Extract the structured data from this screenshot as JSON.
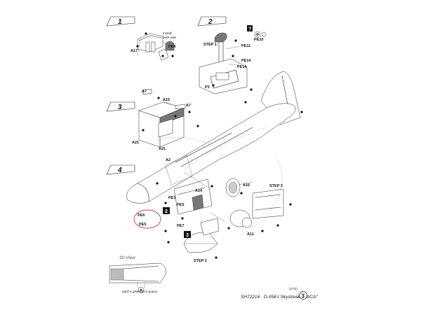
{
  "steps": [
    "1",
    "2",
    "3",
    "4"
  ],
  "step1": {
    "labels": [
      "A17",
      "PE8"
    ],
    "note": [
      "Install/",
      "back side"
    ]
  },
  "step2": {
    "labels": [
      "STEP 1",
      "PE11",
      "PE14",
      "PE14",
      "P3",
      "PE10"
    ],
    "question_mark": "?"
  },
  "step3": {
    "labels": [
      "A7",
      "A15",
      "A7",
      "A21",
      "A21"
    ]
  },
  "step4": {
    "labels": [
      "A2",
      "A16",
      "A14",
      "PE3",
      "PE5",
      "PE6",
      "PE5",
      "PE7",
      "A11",
      "STEP 2",
      "STEP 3"
    ],
    "badge_symbols": [
      "2",
      "3"
    ]
  },
  "view_label": "3D View",
  "weight_note": "Zatíž 5 g/Weight 5 grams",
  "footer": {
    "kit_number": "SH72214",
    "title": "D-558-I Skystreak \"NACA\"",
    "small": "(1/72)",
    "page": "3"
  }
}
